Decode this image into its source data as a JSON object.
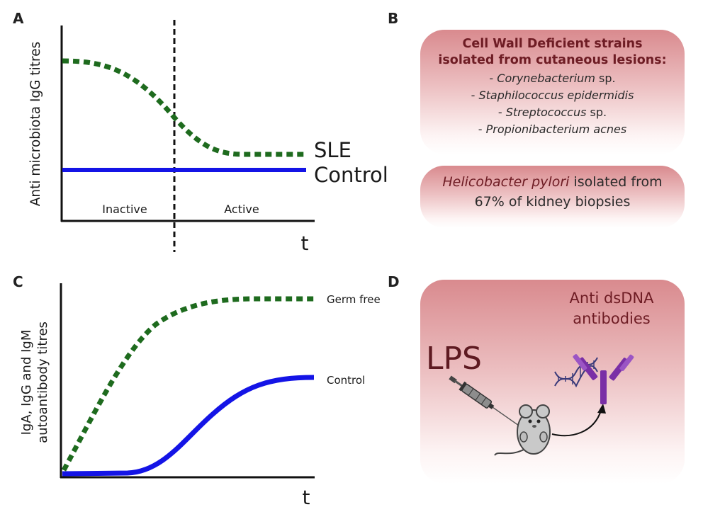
{
  "panel_letters": {
    "a": "A",
    "b": "B",
    "c": "C",
    "d": "D"
  },
  "panel_a": {
    "y_label": "Anti microbiota IgG titres",
    "x_label": "t",
    "region_left": "Inactive",
    "region_right": "Active",
    "series_sle": "SLE",
    "series_control": "Control",
    "colors": {
      "sle": "#1e6b1e",
      "control": "#1414e6",
      "divider": "#111111"
    }
  },
  "panel_b": {
    "heading_line1": "Cell Wall Deficient strains",
    "heading_line2": "isolated from cutaneous lesions:",
    "strains": [
      {
        "dash": "- ",
        "name": "Corynebacterium",
        "suffix": " sp."
      },
      {
        "dash": "- ",
        "name": "Staphilococcus epidermidis",
        "suffix": ""
      },
      {
        "dash": "- ",
        "name": "Streptococcus",
        "suffix": " sp."
      },
      {
        "dash": "- ",
        "name": "Propionibacterium acnes",
        "suffix": ""
      }
    ],
    "hp_organism": "Helicobacter pylori",
    "hp_rest": " isolated from",
    "hp_line2": "67% of kidney biopsies",
    "colors": {
      "box_top": "#d98a8e",
      "heading": "#6e1c24"
    }
  },
  "panel_c": {
    "y_label_line1": "IgA, IgG and IgM",
    "y_label_line2": "autoantibody titres",
    "x_label": "t",
    "series_germ_free": "Germ free",
    "series_control": "Control",
    "colors": {
      "germ_free": "#1e6b1e",
      "control": "#1414e6"
    }
  },
  "panel_d": {
    "label_line1": "Anti dsDNA",
    "label_line2": "antibodies",
    "lps": "LPS",
    "icons": [
      "syringe-icon",
      "mouse-icon",
      "dna-icon",
      "antibody-icon",
      "arrow-icon"
    ],
    "colors": {
      "antibody": "#7a2fa6",
      "dna": "#3a3a7a",
      "mouse": "#c9c9c9"
    }
  }
}
